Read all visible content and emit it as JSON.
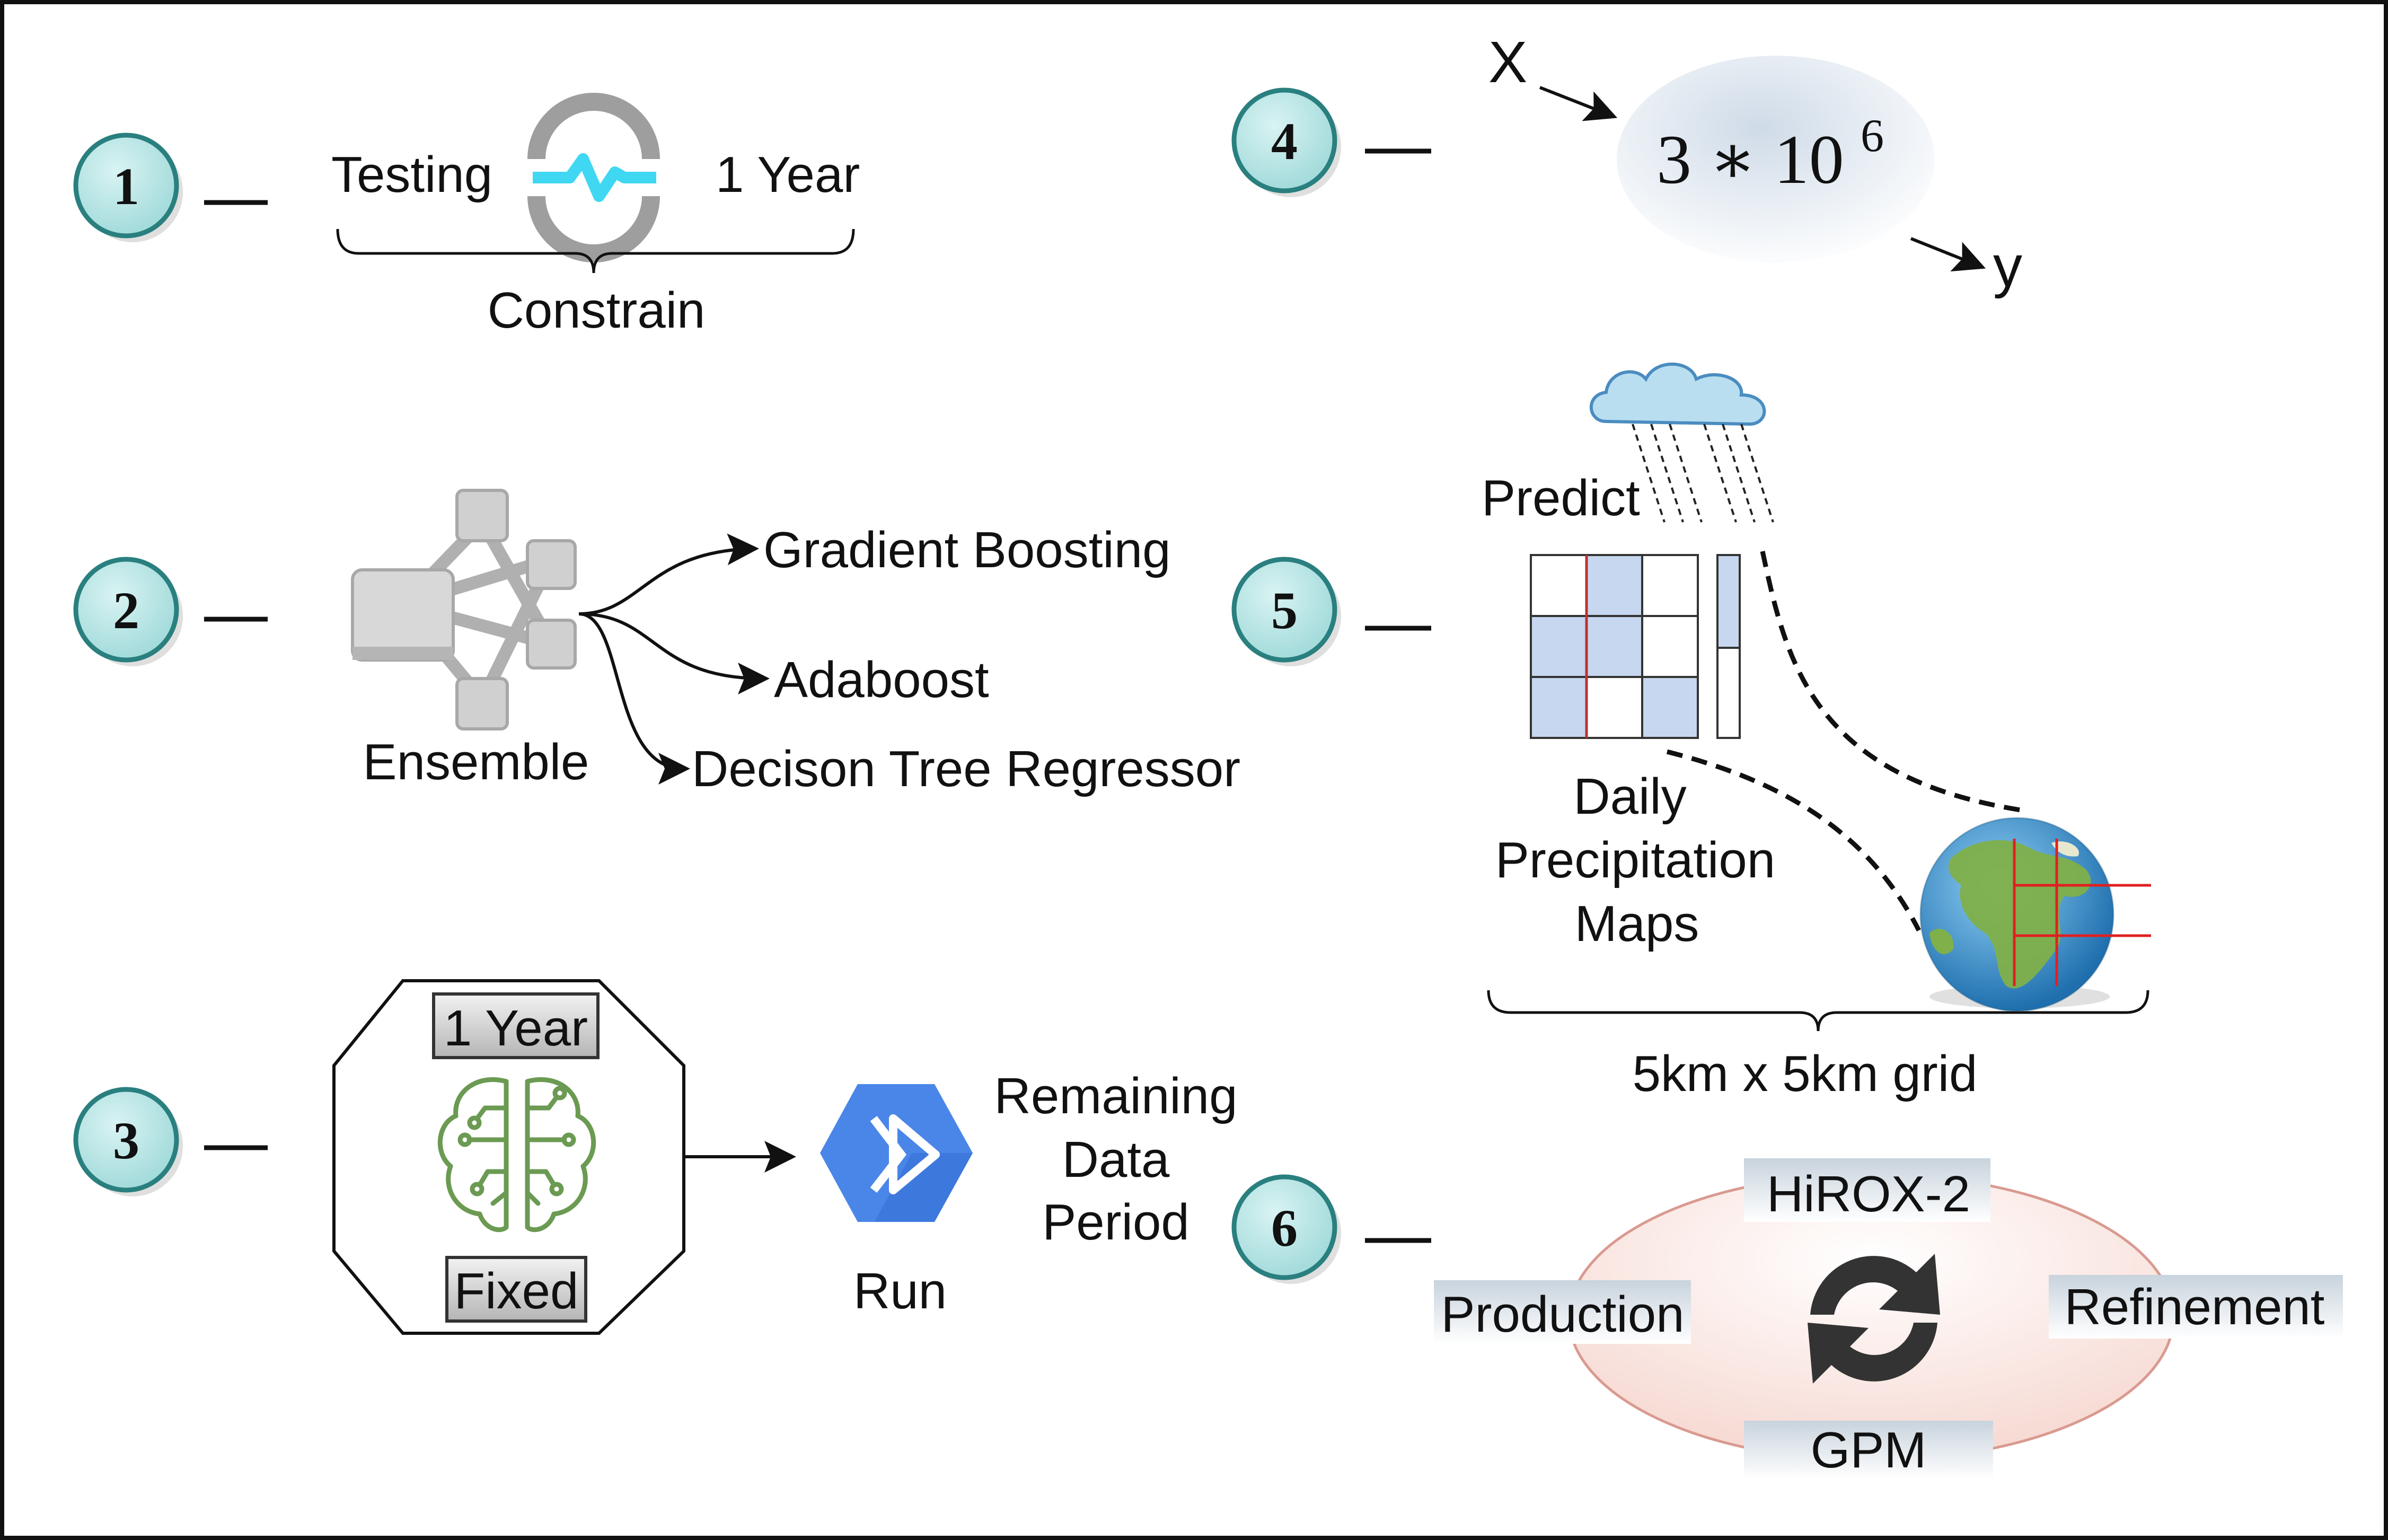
{
  "steps": [
    {
      "number": "1"
    },
    {
      "number": "2"
    },
    {
      "number": "3"
    },
    {
      "number": "4"
    },
    {
      "number": "5"
    },
    {
      "number": "6"
    }
  ],
  "panel1": {
    "testing_label": "Testing",
    "year_label": "1 Year",
    "brace_label": "Constrain",
    "icon": "heartbeat-monitor-icon"
  },
  "panel2": {
    "ensemble_label": "Ensemble",
    "models": [
      "Gradient Boosting",
      "Adaboost",
      "Decison Tree Regressor"
    ],
    "icon": "ensemble-network-icon"
  },
  "panel3": {
    "top_tag": "1 Year",
    "bottom_tag": "Fixed",
    "run_label": "Run",
    "remaining_lines": [
      "Remaining",
      "Data",
      "Period"
    ],
    "icons": [
      "brain-circuit-icon",
      "run-hexagon-icon"
    ]
  },
  "panel4": {
    "x_label": "X",
    "y_label": "y",
    "formula_base": "3 ∗ 10",
    "formula_exponent": "6"
  },
  "panel5": {
    "predict_label": "Predict",
    "map_lines": [
      "Daily",
      "Precipitation",
      "Maps"
    ],
    "grid_label": "5km x 5km grid",
    "icons": [
      "rain-cloud-icon",
      "globe-icon"
    ]
  },
  "panel6": {
    "top": "HiROX-2",
    "left": "Production",
    "right": "Refinement",
    "bottom": "GPM",
    "icon": "refresh-cycle-icon"
  },
  "colors": {
    "step_circle_fill": "#a8dede",
    "step_circle_stroke": "#2a7f7f",
    "heartbeat": "#3fd7f2",
    "brain": "#6b9a52",
    "run_hex": "#4a86e8",
    "grid_fill": "#c6d7ef",
    "cloud": "#b8def0",
    "grid_red": "#e02020",
    "ellipse_fill": "#fbe2dd",
    "ellipse_stroke": "#d99a90"
  }
}
